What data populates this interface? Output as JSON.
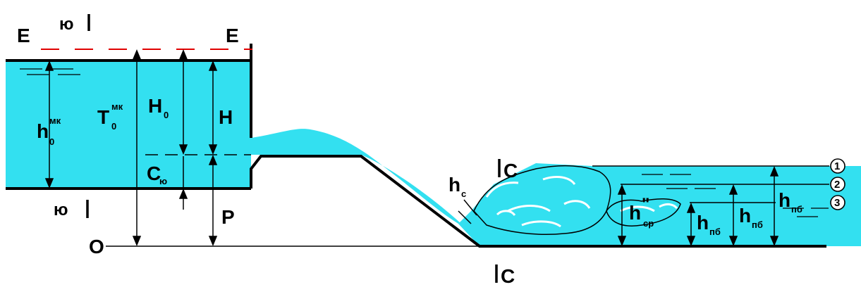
{
  "colors": {
    "water": "#33e0f0",
    "energy_line": "#e00000",
    "outline": "#000000",
    "foam": "#ffffff"
  },
  "labels": {
    "energy_left": "E",
    "energy_right": "E",
    "section_top": "ю",
    "section_bottom": "ю",
    "h0_mk": "h",
    "h0_mk_sub": "0",
    "h0_mk_sup": "мк",
    "t0_mk": "T",
    "t0_mk_sub": "0",
    "t0_mk_sup": "мк",
    "H0": "H",
    "H0_sub": "0",
    "H": "H",
    "C_yu": "C",
    "C_yu_sub": "ю",
    "P": "P",
    "O": "O",
    "hc": "h",
    "hc_sub": "c",
    "C_top": "C",
    "C_bottom": "C",
    "hc2": "h",
    "hc2_sup": "\"",
    "hc2_sub": "cp",
    "hnb_1": "h",
    "hnb_1_sub": "пб",
    "hnb_2": "h",
    "hnb_2_sub": "пб",
    "hnb_3": "h",
    "hnb_3_sub": "пб",
    "level_1": "1",
    "level_2": "2",
    "level_3": "3"
  }
}
